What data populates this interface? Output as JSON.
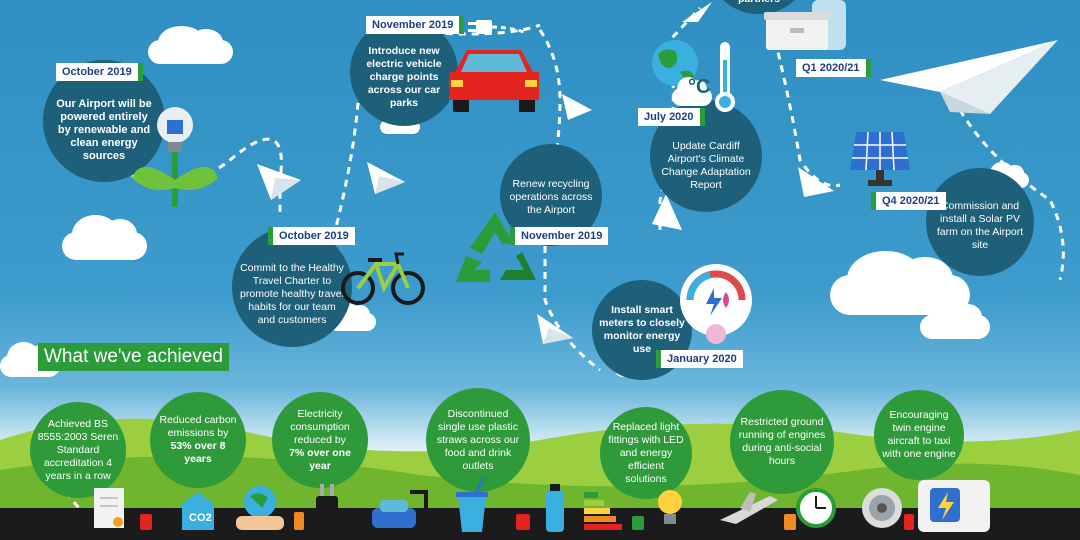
{
  "timeline": {
    "oct2019_renewable": {
      "date": "October 2019",
      "text": "Our Airport will be powered entirely by renewable and clean energy sources"
    },
    "oct2019_travel": {
      "date": "October 2019",
      "text": "Commit to the Healthy Travel Charter to promote healthy travel habits for our team and customers"
    },
    "nov2019_ev": {
      "date": "November 2019",
      "text": "Introduce new electric vehicle charge points across our car parks"
    },
    "nov2019_recycling": {
      "date": "November 2019",
      "text": "Renew recycling operations across the Airport"
    },
    "jan2020_meters": {
      "date": "January 2020",
      "text": "Install smart meters to closely monitor energy use"
    },
    "jul2020_climate": {
      "date": "July 2020",
      "text": "Update Cardiff Airport's Climate Change Adaptation Report"
    },
    "q1_2020_partners": {
      "date": "Q1 2020/21",
      "text": "partners"
    },
    "q4_2020_solar": {
      "date": "Q4 2020/21",
      "text": "Commission and install a Solar PV farm on the Airport site"
    }
  },
  "achieved": {
    "title": "What we've achieved",
    "items": [
      {
        "text": "Achieved BS 8555:2003 Seren Standard accreditation 4 years in a row"
      },
      {
        "text": "Reduced carbon emissions by",
        "bold": "53% over 8 years"
      },
      {
        "text": "Electricity consumption reduced by",
        "bold": "7% over one year"
      },
      {
        "text": "Discontinued single use plastic straws across our food and drink outlets"
      },
      {
        "text": "Replaced light fittings with LED and energy efficient solutions"
      },
      {
        "text": "Restricted ground running of engines during anti-social hours"
      },
      {
        "text": "Encouraging twin engine aircraft to taxi with one engine"
      }
    ]
  },
  "icons": {
    "co2_label": "CO2",
    "thermo_label": "°C"
  },
  "colors": {
    "dark_circle": "#1e5f7a",
    "green": "#2a9d3a",
    "sky": "#3d9ccd",
    "date_text": "#1e3f86"
  }
}
